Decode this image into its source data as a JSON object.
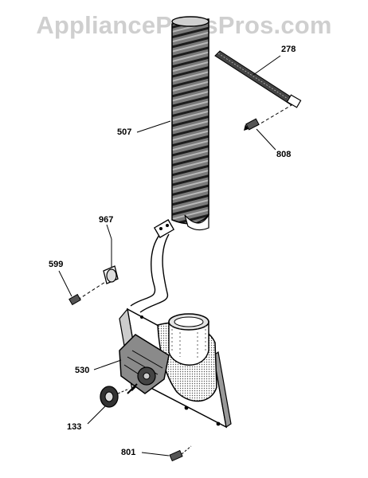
{
  "watermark": "AppliancePartsPros.com",
  "callouts": {
    "hose": "507",
    "strap": "278",
    "screw_top": "808",
    "clip": "967",
    "screw_left": "599",
    "blower": "530",
    "wheel": "133",
    "screw_bottom": "801"
  }
}
